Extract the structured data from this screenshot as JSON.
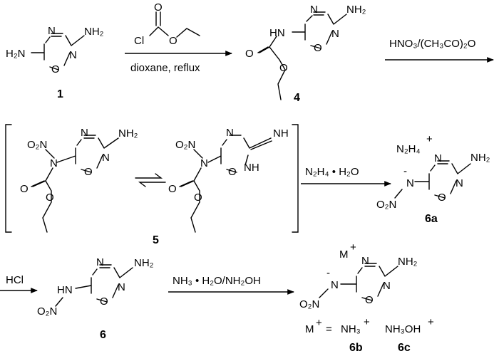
{
  "compounds": {
    "c1": {
      "number": "1",
      "atoms": {
        "n4": "N",
        "n2": "N",
        "o1": "O",
        "nh2": "NH₂",
        "h2n": "H₂N"
      }
    },
    "c4": {
      "number": "4",
      "atoms": {
        "n4": "N",
        "n2": "N",
        "o1": "O",
        "nh2": "NH₂",
        "hn": "HN",
        "o_carbonyl": "O",
        "o_ester": "O"
      }
    },
    "c5": {
      "number": "5",
      "left": {
        "o2n": "O₂N",
        "n": "N",
        "n4": "N",
        "n2": "N",
        "o1": "O",
        "nh2": "NH₂",
        "o_carbonyl": "O",
        "o_ester": "O"
      },
      "right": {
        "o2n": "O₂N",
        "n": "N",
        "n4": "N",
        "nh": "NH",
        "o1": "O",
        "imine": "NH",
        "o_carbonyl": "O",
        "o_ester": "O"
      }
    },
    "c6a": {
      "number": "6a",
      "cation": "N₂H₄",
      "cation_charge": "+",
      "anion_charge": "-",
      "atoms": {
        "o2n": "O₂N",
        "n": "N",
        "n4": "N",
        "n2": "N",
        "o1": "O",
        "nh2": "NH₂"
      }
    },
    "c6": {
      "number": "6",
      "atoms": {
        "o2n": "O₂N",
        "hn": "HN",
        "n4": "N",
        "n2": "N",
        "o1": "O",
        "nh2": "NH₂"
      }
    },
    "c6bc": {
      "cation": "M",
      "cation_charge": "+",
      "anion_charge": "-",
      "atoms": {
        "o2n": "O₂N",
        "n": "N",
        "n4": "N",
        "n2": "N",
        "o1": "O",
        "nh2": "NH₂"
      },
      "legend_prefix": "M",
      "legend_plus": "+",
      "legend_eq": "=",
      "b_label": "NH₃",
      "b_charge": "+",
      "c_label": "NH₃OH",
      "c_charge": "+",
      "b_number": "6b",
      "c_number": "6c"
    }
  },
  "reagents": {
    "chloroformate": {
      "cl": "Cl",
      "o_top": "O",
      "o_ester": "O"
    },
    "step1_below": "dioxane, reflux",
    "step2_above": "HNO₃/(CH₃CO)₂O",
    "step3_above": "N₂H₄ • H₂O",
    "step4_above": "HCl",
    "step5_above": "NH₃ • H₂O/NH₂OH"
  }
}
